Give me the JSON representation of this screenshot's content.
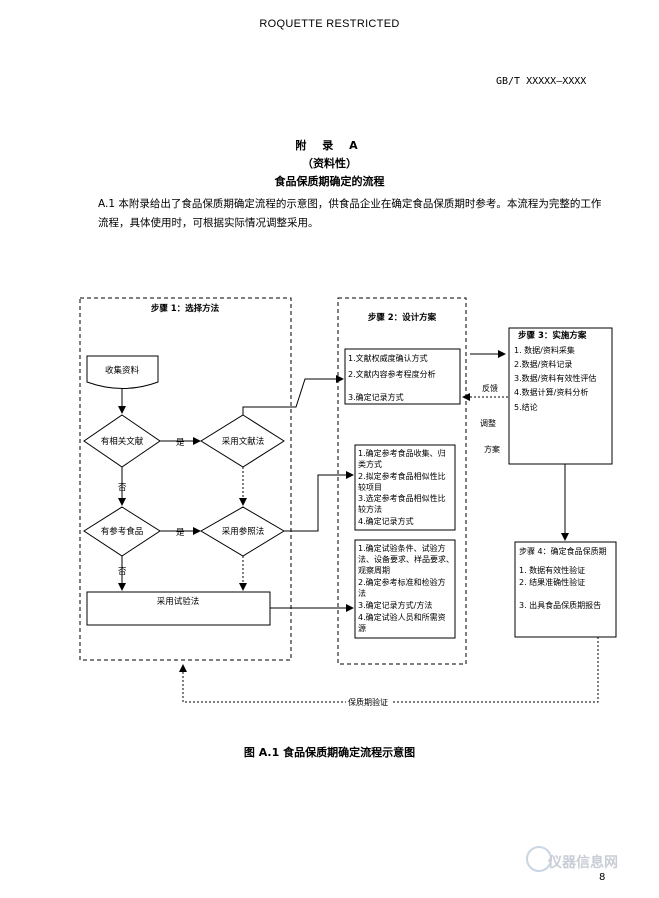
{
  "header": {
    "restricted": "ROQUETTE RESTRICTED",
    "standard_no": "GB/T XXXXX—XXXX"
  },
  "appendix": {
    "title": "附 录 A",
    "subtitle": "（资料性）",
    "name": "食品保质期确定的流程",
    "paragraph": "A.1 本附录给出了食品保质期确定流程的示意图，供食品企业在确定食品保质期时参考。本流程为完整的工作流程，具体使用时，可根据实际情况调整采用。"
  },
  "flow": {
    "step1": {
      "title": "步骤 1：选择方法",
      "collect": "收集资料",
      "q_literature": "有相关文献",
      "yes1": "是",
      "use_literature": "采用文献法",
      "no1": "否",
      "q_reference": "有参考食品",
      "yes2": "是",
      "use_reference": "采用参照法",
      "no2": "否",
      "use_test": "采用试验法"
    },
    "step2": {
      "title": "步骤 2：设计方案",
      "box1": [
        "1.文献权威度确认方式",
        "2.文献内容参考程度分析",
        "",
        "3.确定记录方式"
      ],
      "box2": [
        "1.确定参考食品收集、归",
        "类方式",
        "2.拟定参考食品相似性比",
        "较项目",
        "3.选定参考食品相似性比",
        "较方法",
        "4.确定记录方式"
      ],
      "box3": [
        "1.确定试验条件、试验方",
        "法、设备要求、样品要求、",
        "观察周期",
        "2.确定参考标准和检验方",
        "法",
        "3.确定记录方式/方法",
        "4.确定试验人员和所需资",
        "源"
      ]
    },
    "step3": {
      "title": "步骤 3：实施方案",
      "items": [
        "1. 数据/资料采集",
        "2.数据/资料记录",
        "3.数据/资料有效性评估",
        "4.数据计算/资料分析",
        "5.结论"
      ]
    },
    "step4": {
      "title": "步骤 4：确定食品保质期",
      "items": [
        "1. 数据有效性验证",
        "2. 结果准确性验证",
        "",
        "3. 出具食品保质期报告"
      ]
    },
    "labels": {
      "feedback": "反馈",
      "adjust": "调整",
      "plan": "方案",
      "verify": "保质期验证"
    }
  },
  "caption": "图 A.1 食品保质期确定流程示意图",
  "page_number": "8",
  "watermark": "仪器信息网"
}
